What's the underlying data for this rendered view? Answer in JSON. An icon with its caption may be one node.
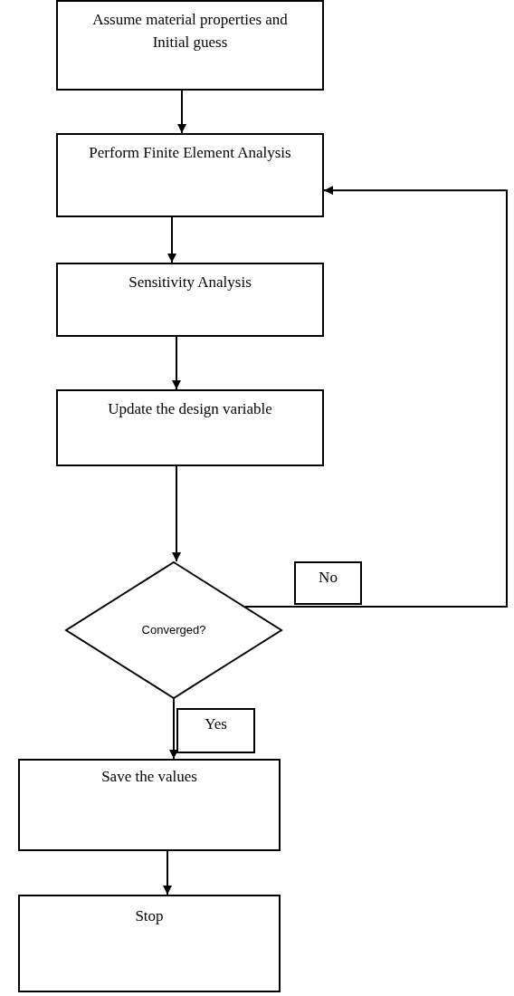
{
  "diagram": {
    "nodes": [
      {
        "text": [
          "Assume material properties and Initial guess"
        ]
      },
      {
        "text": [
          "Perform Finite Element Analysis"
        ]
      },
      {
        "text": [
          "Sensitivity Analysis"
        ]
      },
      {
        "text": [
          "Update the design variable"
        ]
      },
      {
        "text": [
          "Converged?"
        ]
      },
      {
        "text": [
          "No"
        ]
      },
      {
        "text": [
          "Yes"
        ]
      },
      {
        "text": [
          "Save the values"
        ]
      },
      {
        "text": [
          "Stop"
        ]
      }
    ],
    "edges": [
      {
        "from": 0,
        "to": 1,
        "arrow": "to"
      },
      {
        "from": 1,
        "to": 2,
        "arrow": "to"
      },
      {
        "from": 2,
        "to": 3,
        "arrow": "to"
      },
      {
        "from": 3,
        "to": 4,
        "arrow": "to"
      },
      {
        "from": 4,
        "to": 1,
        "arrow": "to"
      },
      {
        "from": 4,
        "to": 7,
        "arrow": "to"
      },
      {
        "from": 7,
        "to": 8,
        "arrow": "to"
      }
    ]
  }
}
